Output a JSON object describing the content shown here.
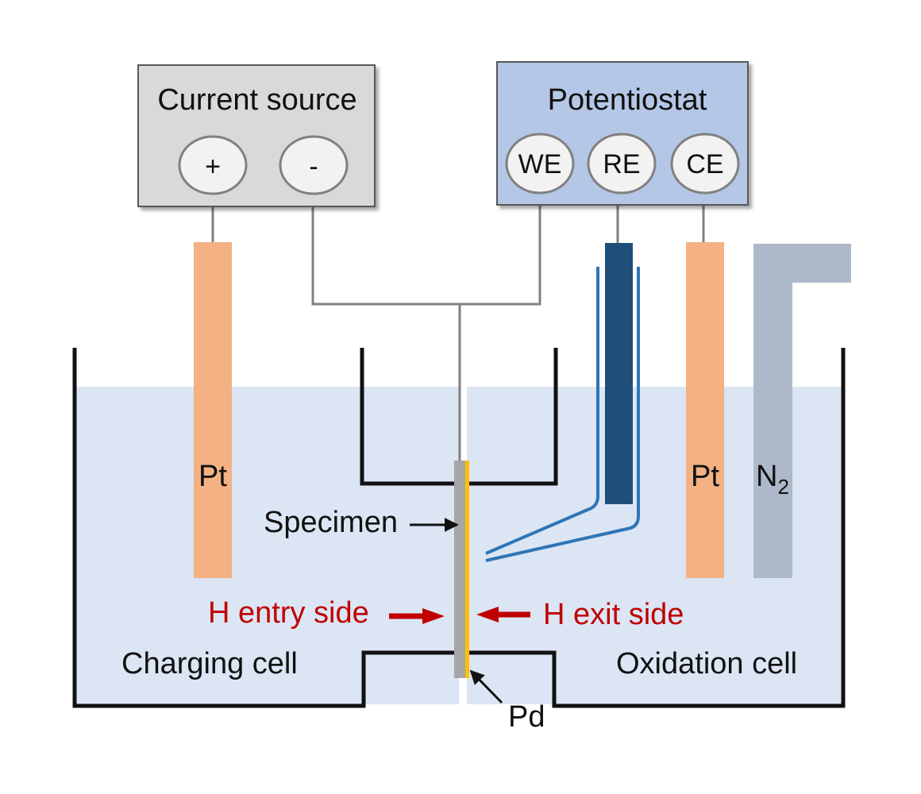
{
  "current_source": {
    "title": "Current source",
    "plus": "+",
    "minus": "-"
  },
  "potentiostat": {
    "title": "Potentiostat",
    "terminals": [
      "WE",
      "RE",
      "CE"
    ]
  },
  "electrodes": {
    "charging_pt": "Pt",
    "oxidation_pt": "Pt",
    "gas_symbol": "N",
    "gas_subscript": "2"
  },
  "labels": {
    "specimen": "Specimen",
    "pd": "Pd",
    "h_entry": "H entry side",
    "h_exit": "H exit side",
    "charging_cell": "Charging cell",
    "oxidation_cell": "Oxidation cell"
  },
  "colors": {
    "electrolyte": "#dbe5f4",
    "cell_wall": "#111111",
    "platinum": "#f4b183",
    "reference_electrode": "#1f4e79",
    "luggin_capillary": "#2e75b6",
    "nitrogen_tube": "#adb9ca",
    "wire": "#808080",
    "current_source_box": "#d9d9d9",
    "potentiostat_box": "#b4c7e7",
    "terminal": "#f2f2f2",
    "arrow_red": "#c00000",
    "pd_layer": "#ffc000",
    "specimen": "#a6a6a6"
  }
}
